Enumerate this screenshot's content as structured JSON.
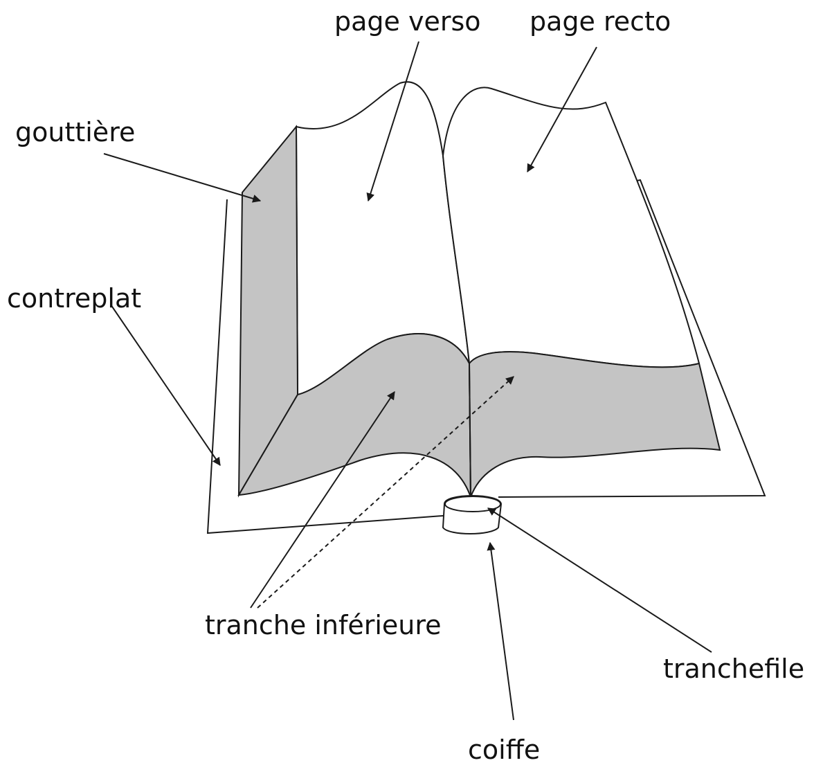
{
  "labels": {
    "page_verso": "page verso",
    "page_recto": "page recto",
    "gouttiere": "gouttière",
    "contreplat": "contreplat",
    "tranche_inferieure": "tranche inférieure",
    "tranchefile": "tranchefile",
    "coiffe": "coiffe"
  },
  "colors": {
    "line": "#1a1a1a",
    "edge_fill": "#c4c4c4",
    "page_fill": "#ffffff"
  }
}
